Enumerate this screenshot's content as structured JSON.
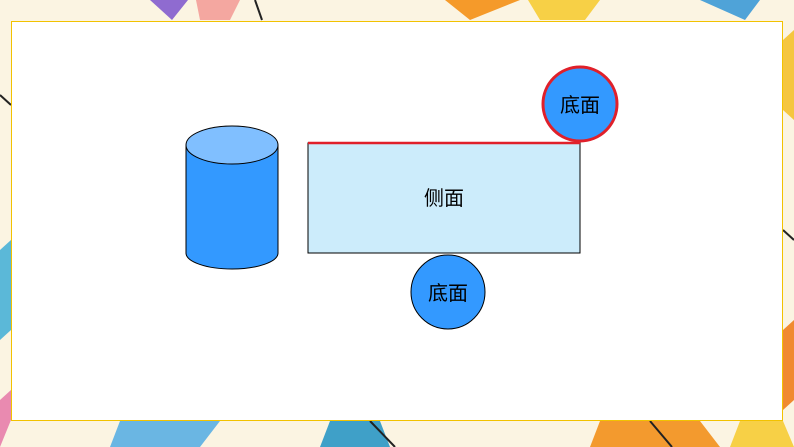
{
  "diagram": {
    "lateral_face_label": "侧面",
    "top_base_label": "底面",
    "bottom_base_label": "底面"
  },
  "colors": {
    "page_background": "#fbf4e2",
    "panel_border": "#f2c200",
    "cylinder_body": "#3399ff",
    "cylinder_top": "#80bfff",
    "rectangle_fill": "#ccecfb",
    "base_circle_fill": "#3399ff",
    "highlight": "#e0202a",
    "outline": "#000000"
  }
}
